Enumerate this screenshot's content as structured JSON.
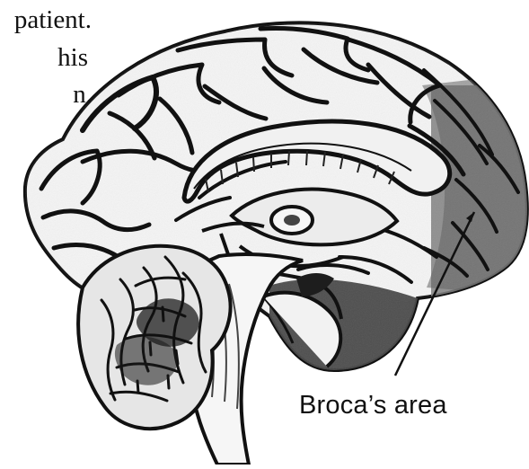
{
  "upper_left_text": {
    "line_1": "patient.",
    "line_2": "his",
    "line_3": "n."
  },
  "annotation": {
    "label": "Broca’s area"
  }
}
